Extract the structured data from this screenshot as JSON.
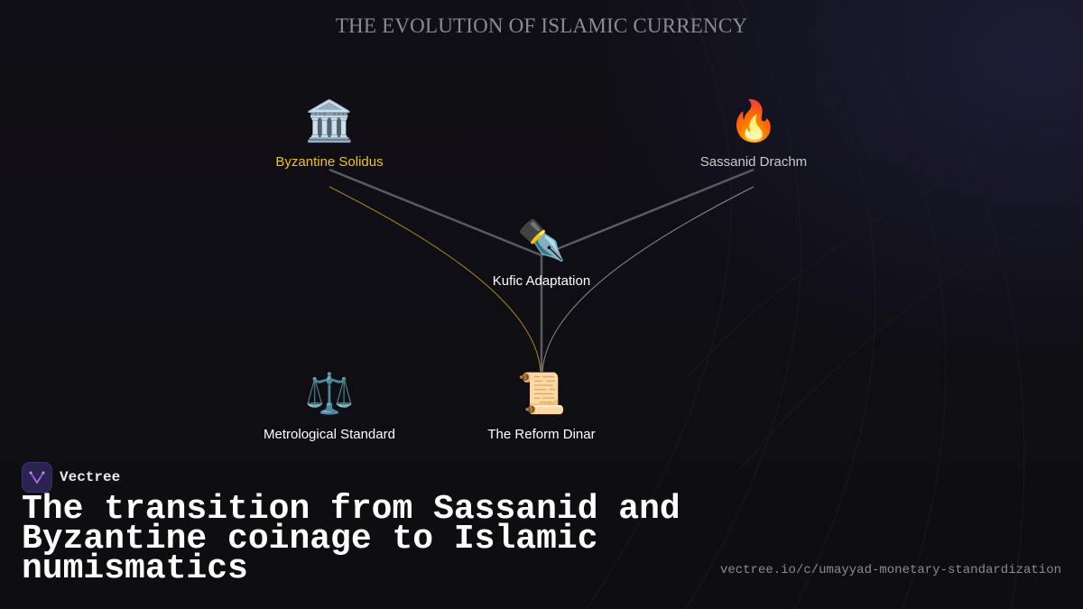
{
  "title": "THE EVOLUTION OF ISLAMIC CURRENCY",
  "nodes": [
    {
      "id": "byzantine",
      "icon": "🏛️",
      "icon_name": "classical-building-icon",
      "label": "Byzantine Solidus"
    },
    {
      "id": "sassanid",
      "icon": "🔥",
      "icon_name": "fire-icon",
      "label": "Sassanid Drachm"
    },
    {
      "id": "kufic",
      "icon": "✒️",
      "icon_name": "fountain-pen-icon",
      "label": "Kufic Adaptation"
    },
    {
      "id": "metrological",
      "icon": "⚖️",
      "icon_name": "balance-scale-icon",
      "label": "Metrological Standard"
    },
    {
      "id": "reform",
      "icon": "📜",
      "icon_name": "scroll-icon",
      "label": "The Reform Dinar"
    }
  ],
  "edges": [
    {
      "from": "byzantine",
      "to": "kufic",
      "style": "solid"
    },
    {
      "from": "sassanid",
      "to": "kufic",
      "style": "solid"
    },
    {
      "from": "kufic",
      "to": "reform",
      "style": "solid"
    },
    {
      "from": "byzantine",
      "to": "reform",
      "style": "thin-curve"
    },
    {
      "from": "sassanid",
      "to": "reform",
      "style": "thin-curve"
    }
  ],
  "colors": {
    "highlight": "#f0c419",
    "edge": "#5a5a60",
    "curve_gold": "#a88a1a",
    "curve_gray": "#8a8a90"
  },
  "brand": {
    "name": "Vectree",
    "logo_icon": "vectree-logo-icon"
  },
  "headline": "The transition from Sassanid and Byzantine coinage to Islamic numismatics",
  "url": "vectree.io/c/umayyad-monetary-standardization"
}
